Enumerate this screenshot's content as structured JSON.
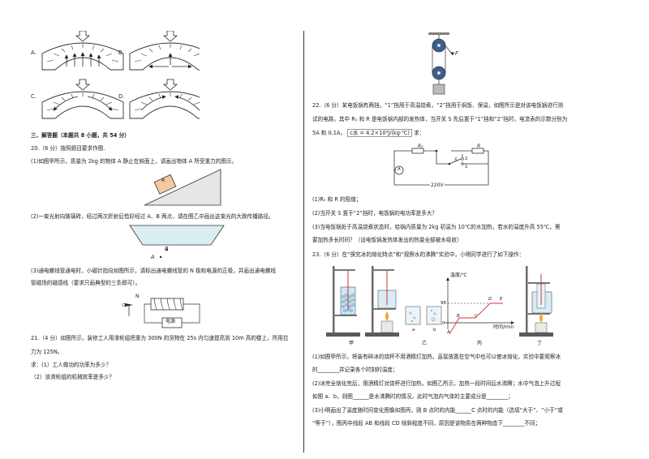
{
  "left": {
    "arch_options": [
      "A.",
      "B.",
      "C.",
      "D."
    ],
    "section_header": "三、解答题（本题共 8 小题，共 54 分）",
    "q20": {
      "title": "20.（6 分）按照题目要求作图.",
      "part1": "(1)如图甲所示，质量为 2kg 的物体 A 静止在斜面上，请画出物体 A 所受重力的图示。",
      "block_label": "A",
      "part2": "(2)一束光射向玻璃砖，经过两次折射后恰好经过 A、B 两点，请在图乙中画出这束光的大致传播路径。",
      "point_a": "A",
      "point_b": "B",
      "part3_l1": "(3)通电螺线管通电时，小磁针指向如图所示，请标出通电螺线管的 N 极和电源的正极，并画出通电螺线",
      "part3_l2": "管磁场的磁感线（要求只画典型的三条即可）。",
      "compass_n": "N",
      "power_label": "电源"
    },
    "q21": {
      "line1": "21.（4 分）如图所示，装修工人用滑轮组把重为 300N 的货物在 25s 内匀速提高到 10m 高的楼上，所用拉",
      "line2": "力为 125N。",
      "ask": "求：(1）工人做功的功率为多少？",
      "ask2": "（2）该滑轮组的机械效率是多少？"
    }
  },
  "right": {
    "pulley_force": "F",
    "q22": {
      "line1": "22.（6 分）某电饭锅有两挡，“1”挡用于高温烧煮，“2”挡用于焖饭、保温，如图所示是对该电饭锅进行测",
      "line2": "试的电路，其中 R₀ 和 R 是电饭锅内部的发热体，当开关 S 先后置于“1”挡和“2”挡时，电流表的示数分别为",
      "line3_a": "5A 和 0.1A，",
      "formula": "c水 = 4.2×10³J/(kg·℃)",
      "line3_b": "求：",
      "r0": "R₀",
      "r": "R",
      "s": "S",
      "pos2": "2",
      "pos1": "1",
      "ammeter": "A",
      "voltage": "220V",
      "p1": "(1)R₀ 和 R 的阻值；",
      "p2": "(2)当开关 S 置于“2”挡时，电饭锅的电功率是多大？",
      "p3_l1": "(3)当电饭锅处于高温烧煮状态时，给锅内质量为 2kg 初温为 10℃的水加热，若水的温度升高 55℃，需",
      "p3_l2": "要加热多长时间？（设电饭锅发热体发出的热量全部被水吸收）"
    },
    "q23": {
      "line1": "23.（6 分）在“探究冰的熔化特点”和“观察水的沸腾”实验中，小明同学进行了如下操作：",
      "y_label": "温度/℃",
      "x_label": "时间/min",
      "tick_98": "98",
      "tick_0": "0",
      "pt_A": "A",
      "pt_B": "B",
      "pt_C": "C",
      "pt_D": "D",
      "pt_E": "E",
      "beaker_a": "a",
      "beaker_b": "b",
      "fig_jia": "甲",
      "fig_yi": "乙",
      "fig_bing": "丙",
      "fig_ding": "丁",
      "p1_l1": "(1)如图甲所示，将装有碎冰的烧杯不用酒精灯加热，直接放置在空气中也可以使冰熔化，实验中要观察冰",
      "p1_l2": "的________并记录各个时刻的温度；",
      "p2_l1": "(2)冰完全熔化完后，用酒精灯对烧杯进行加热，如图乙所示，加热一段时间后水沸腾；水中气泡上升过程",
      "p2_l2": "如图 a、b，则图______是水沸腾时的情况，此时气泡内气体的主要成分是________；",
      "p3_l1": "(3)小明画出了温度随时间变化图像如图丙，则 B 点时的内能______C 点时的内能（选填“大于”、“小于”或",
      "p3_l2": "“等于”），图丙中线段 AB 和线段 CD 倾斜程度不同，原因是该物质在两种物态下________不同；"
    }
  }
}
